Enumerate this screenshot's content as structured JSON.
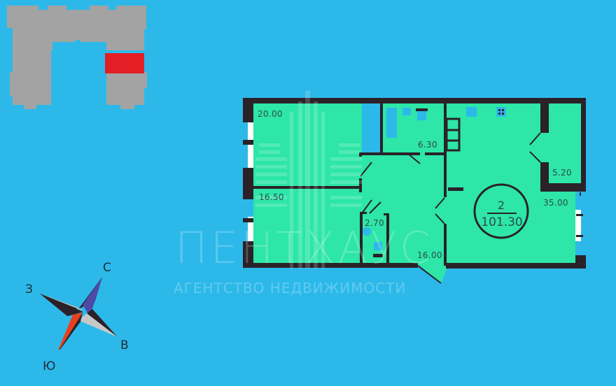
{
  "colors": {
    "background": "#2cb9ea",
    "room_fill": "#2de6a8",
    "wall": "#2a2228",
    "key_plan_building": "#a3a3a3",
    "key_plan_highlight": "#e31e24",
    "fixture": "#2cb9ea"
  },
  "key_plan": {
    "icon": "building-key-plan",
    "highlighted_section": "selected-apartment"
  },
  "floor_plan": {
    "rooms": [
      {
        "id": "room-top-left",
        "area": "20.00"
      },
      {
        "id": "room-bottom-left",
        "area": "16.50"
      },
      {
        "id": "bathroom",
        "area": "6.30"
      },
      {
        "id": "wc",
        "area": "2.70"
      },
      {
        "id": "hall",
        "area": "16.00"
      },
      {
        "id": "storage",
        "area": "5.20"
      },
      {
        "id": "kitchen-living",
        "area": "35.00"
      }
    ],
    "summary": {
      "rooms_count": "2",
      "total_area": "101.30"
    }
  },
  "watermark": {
    "title": "ПЕНТХАУС",
    "subtitle": "АГЕНТСТВО НЕДВИЖИМОСТИ"
  },
  "compass": {
    "north": "С",
    "east": "В",
    "south": "Ю",
    "west": "З"
  }
}
